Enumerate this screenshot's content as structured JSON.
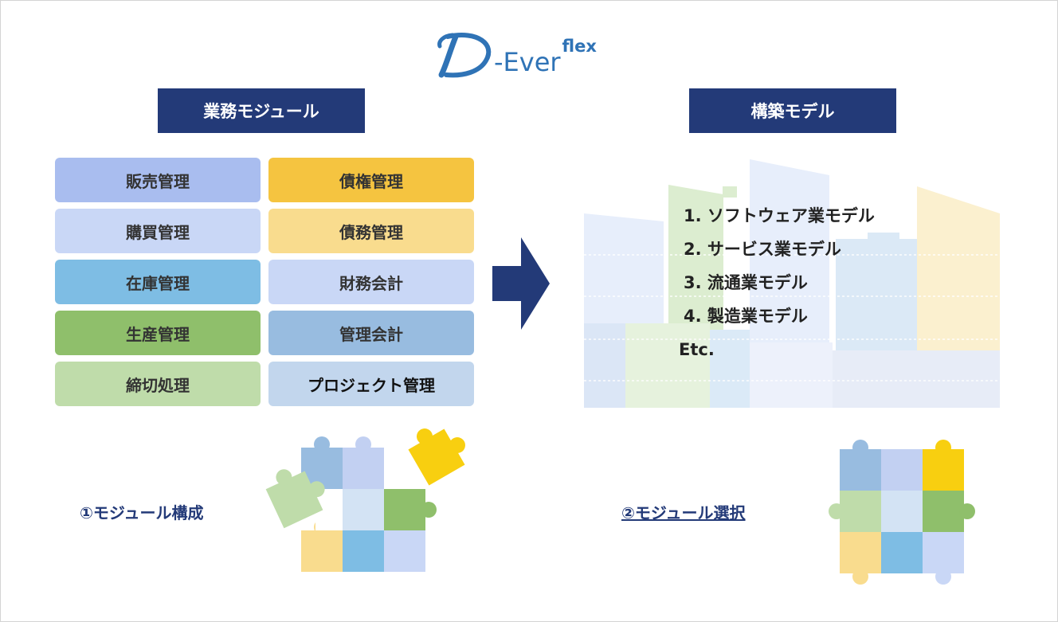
{
  "logo": {
    "main": "-Ever",
    "sup": "flex",
    "colors": {
      "blue": "#2f73b6"
    },
    "icon": "d-letter-logo-icon"
  },
  "left": {
    "header": "業務モジュール",
    "modules": [
      {
        "label": "販売管理",
        "color": "#a9bdef"
      },
      {
        "label": "債権管理",
        "color": "#f5c440"
      },
      {
        "label": "購買管理",
        "color": "#c9d7f6"
      },
      {
        "label": "債務管理",
        "color": "#f9dc8e"
      },
      {
        "label": "在庫管理",
        "color": "#7ebde4"
      },
      {
        "label": "財務会計",
        "color": "#c9d7f6"
      },
      {
        "label": "生産管理",
        "color": "#8fbf6b"
      },
      {
        "label": "管理会計",
        "color": "#98bce0"
      },
      {
        "label": "締切処理",
        "color": "#bfdcaa"
      },
      {
        "label": "プロジェクト管理",
        "color": "#c2d6ed"
      }
    ],
    "caption": "①モジュール構成",
    "puzzle_icon": "scattered-puzzle-icon"
  },
  "right": {
    "header": "構築モデル",
    "models": [
      "1. ソフトウェア業モデル",
      "2. サービス業モデル",
      "3. 流通業モデル",
      "4. 製造業モデル",
      "Etc."
    ],
    "caption": "②モジュール選択",
    "puzzle_icon": "assembled-puzzle-icon",
    "buildings_icon": "buildings-background-icon"
  },
  "arrow_icon": "right-arrow-icon",
  "colors": {
    "navy": "#233a78"
  }
}
